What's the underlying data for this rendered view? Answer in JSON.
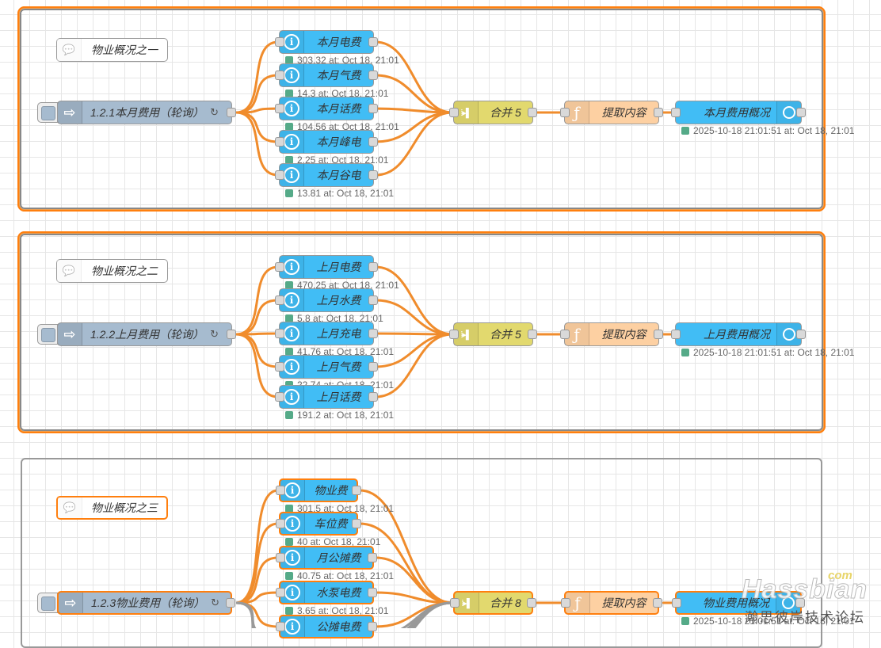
{
  "colors": {
    "wire": "#f08c2c",
    "wire_inactive": "#999999",
    "selected": "#ff7f0e",
    "ha_node": "#41bdf5",
    "inject_node": "#a6bbcf",
    "join_node": "#e2d96e",
    "function_node": "#fdd0a2",
    "status_dot": "#55aa88"
  },
  "groups": [
    {
      "comment": "物业概况之一",
      "inject": "1.2.1本月费用（轮询）",
      "inject_icon": "arrow-right-icon",
      "repeat_symbol": "↻",
      "sensors": [
        {
          "label": "本月电费",
          "status": "303.32 at: Oct 18, 21:01"
        },
        {
          "label": "本月气费",
          "status": "14.3 at: Oct 18, 21:01"
        },
        {
          "label": "本月话费",
          "status": "104.56 at: Oct 18, 21:01"
        },
        {
          "label": "本月峰电",
          "status": "2.25 at: Oct 18, 21:01"
        },
        {
          "label": "本月谷电",
          "status": "13.81 at: Oct 18, 21:01"
        }
      ],
      "join": "合并 5",
      "function": "提取内容",
      "output": "本月费用概况",
      "output_status": "2025-10-18 21:01:51 at: Oct 18, 21:01"
    },
    {
      "comment": "物业概况之二",
      "inject": "1.2.2上月费用（轮询）",
      "repeat_symbol": "↻",
      "sensors": [
        {
          "label": "上月电费",
          "status": "470.25 at: Oct 18, 21:01"
        },
        {
          "label": "上月水费",
          "status": "5.8 at: Oct 18, 21:01"
        },
        {
          "label": "上月充电",
          "status": "41.76 at: Oct 18, 21:01"
        },
        {
          "label": "上月气费",
          "status": "22.74 at: Oct 18, 21:01"
        },
        {
          "label": "上月话费",
          "status": "191.2 at: Oct 18, 21:01"
        }
      ],
      "join": "合并 5",
      "function": "提取内容",
      "output": "上月费用概况",
      "output_status": "2025-10-18 21:01:51 at: Oct 18, 21:01"
    },
    {
      "comment": "物业概况之三",
      "inject": "1.2.3物业费用（轮询）",
      "repeat_symbol": "↻",
      "sensors": [
        {
          "label": "物业费",
          "status": "301.5 at: Oct 18, 21:01"
        },
        {
          "label": "车位费",
          "status": "40 at: Oct 18, 21:01"
        },
        {
          "label": "月公摊费",
          "status": "40.75 at: Oct 18, 21:01"
        },
        {
          "label": "水泵电费",
          "status": "3.65 at: Oct 18, 21:01"
        },
        {
          "label": "公摊电费",
          "status": ""
        }
      ],
      "join": "合并 8",
      "function": "提取内容",
      "output": "物业费用概况",
      "output_status": "2025-10-18 21:01:51 at: Oct 18, 21:01"
    }
  ],
  "watermark": {
    "brand": "Hassbian",
    "tld": "com",
    "subtitle": "瀚思彼岸技术论坛"
  }
}
